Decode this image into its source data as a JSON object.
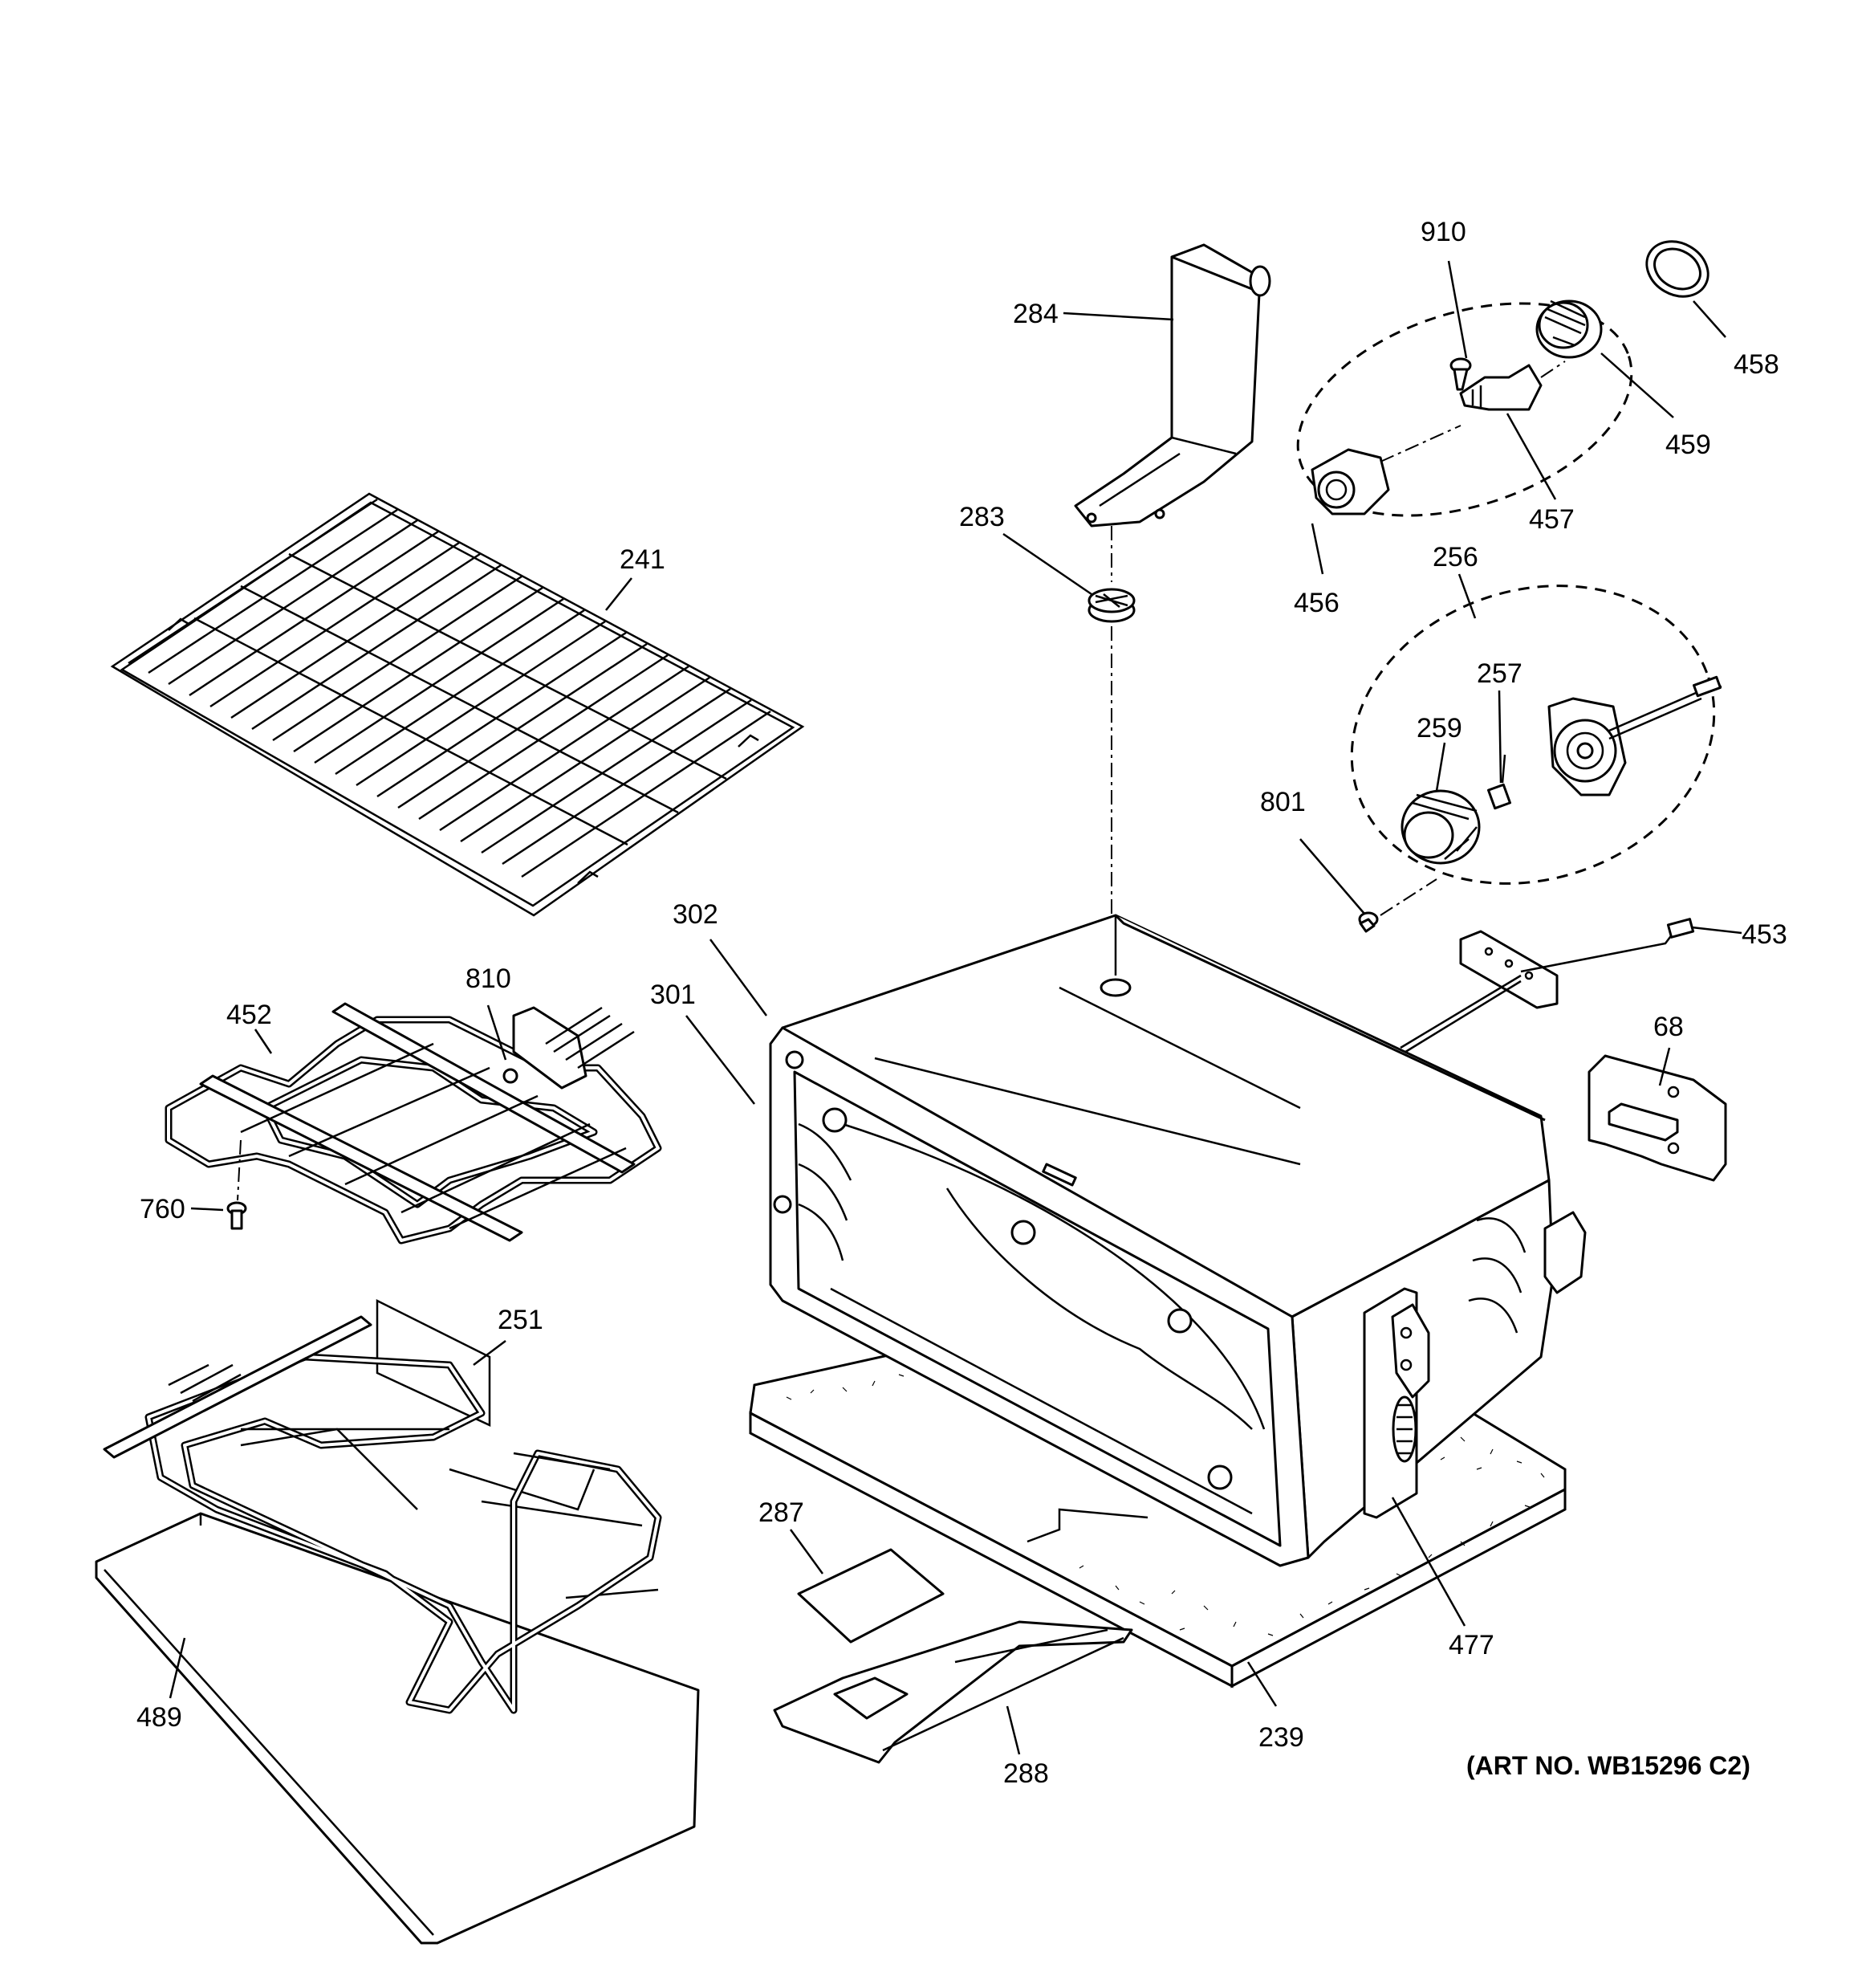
{
  "diagram": {
    "art_number": "(ART NO. WB15296 C2)",
    "callouts": {
      "p910": "910",
      "p458": "458",
      "p284": "284",
      "p459": "459",
      "p457": "457",
      "p283": "283",
      "p456": "456",
      "p256": "256",
      "p241": "241",
      "p257": "257",
      "p259": "259",
      "p801": "801",
      "p302": "302",
      "p453": "453",
      "p452": "452",
      "p810": "810",
      "p301": "301",
      "p68": "68",
      "p760": "760",
      "p251": "251",
      "p287": "287",
      "p477": "477",
      "p489": "489",
      "p239": "239",
      "p288": "288"
    }
  }
}
